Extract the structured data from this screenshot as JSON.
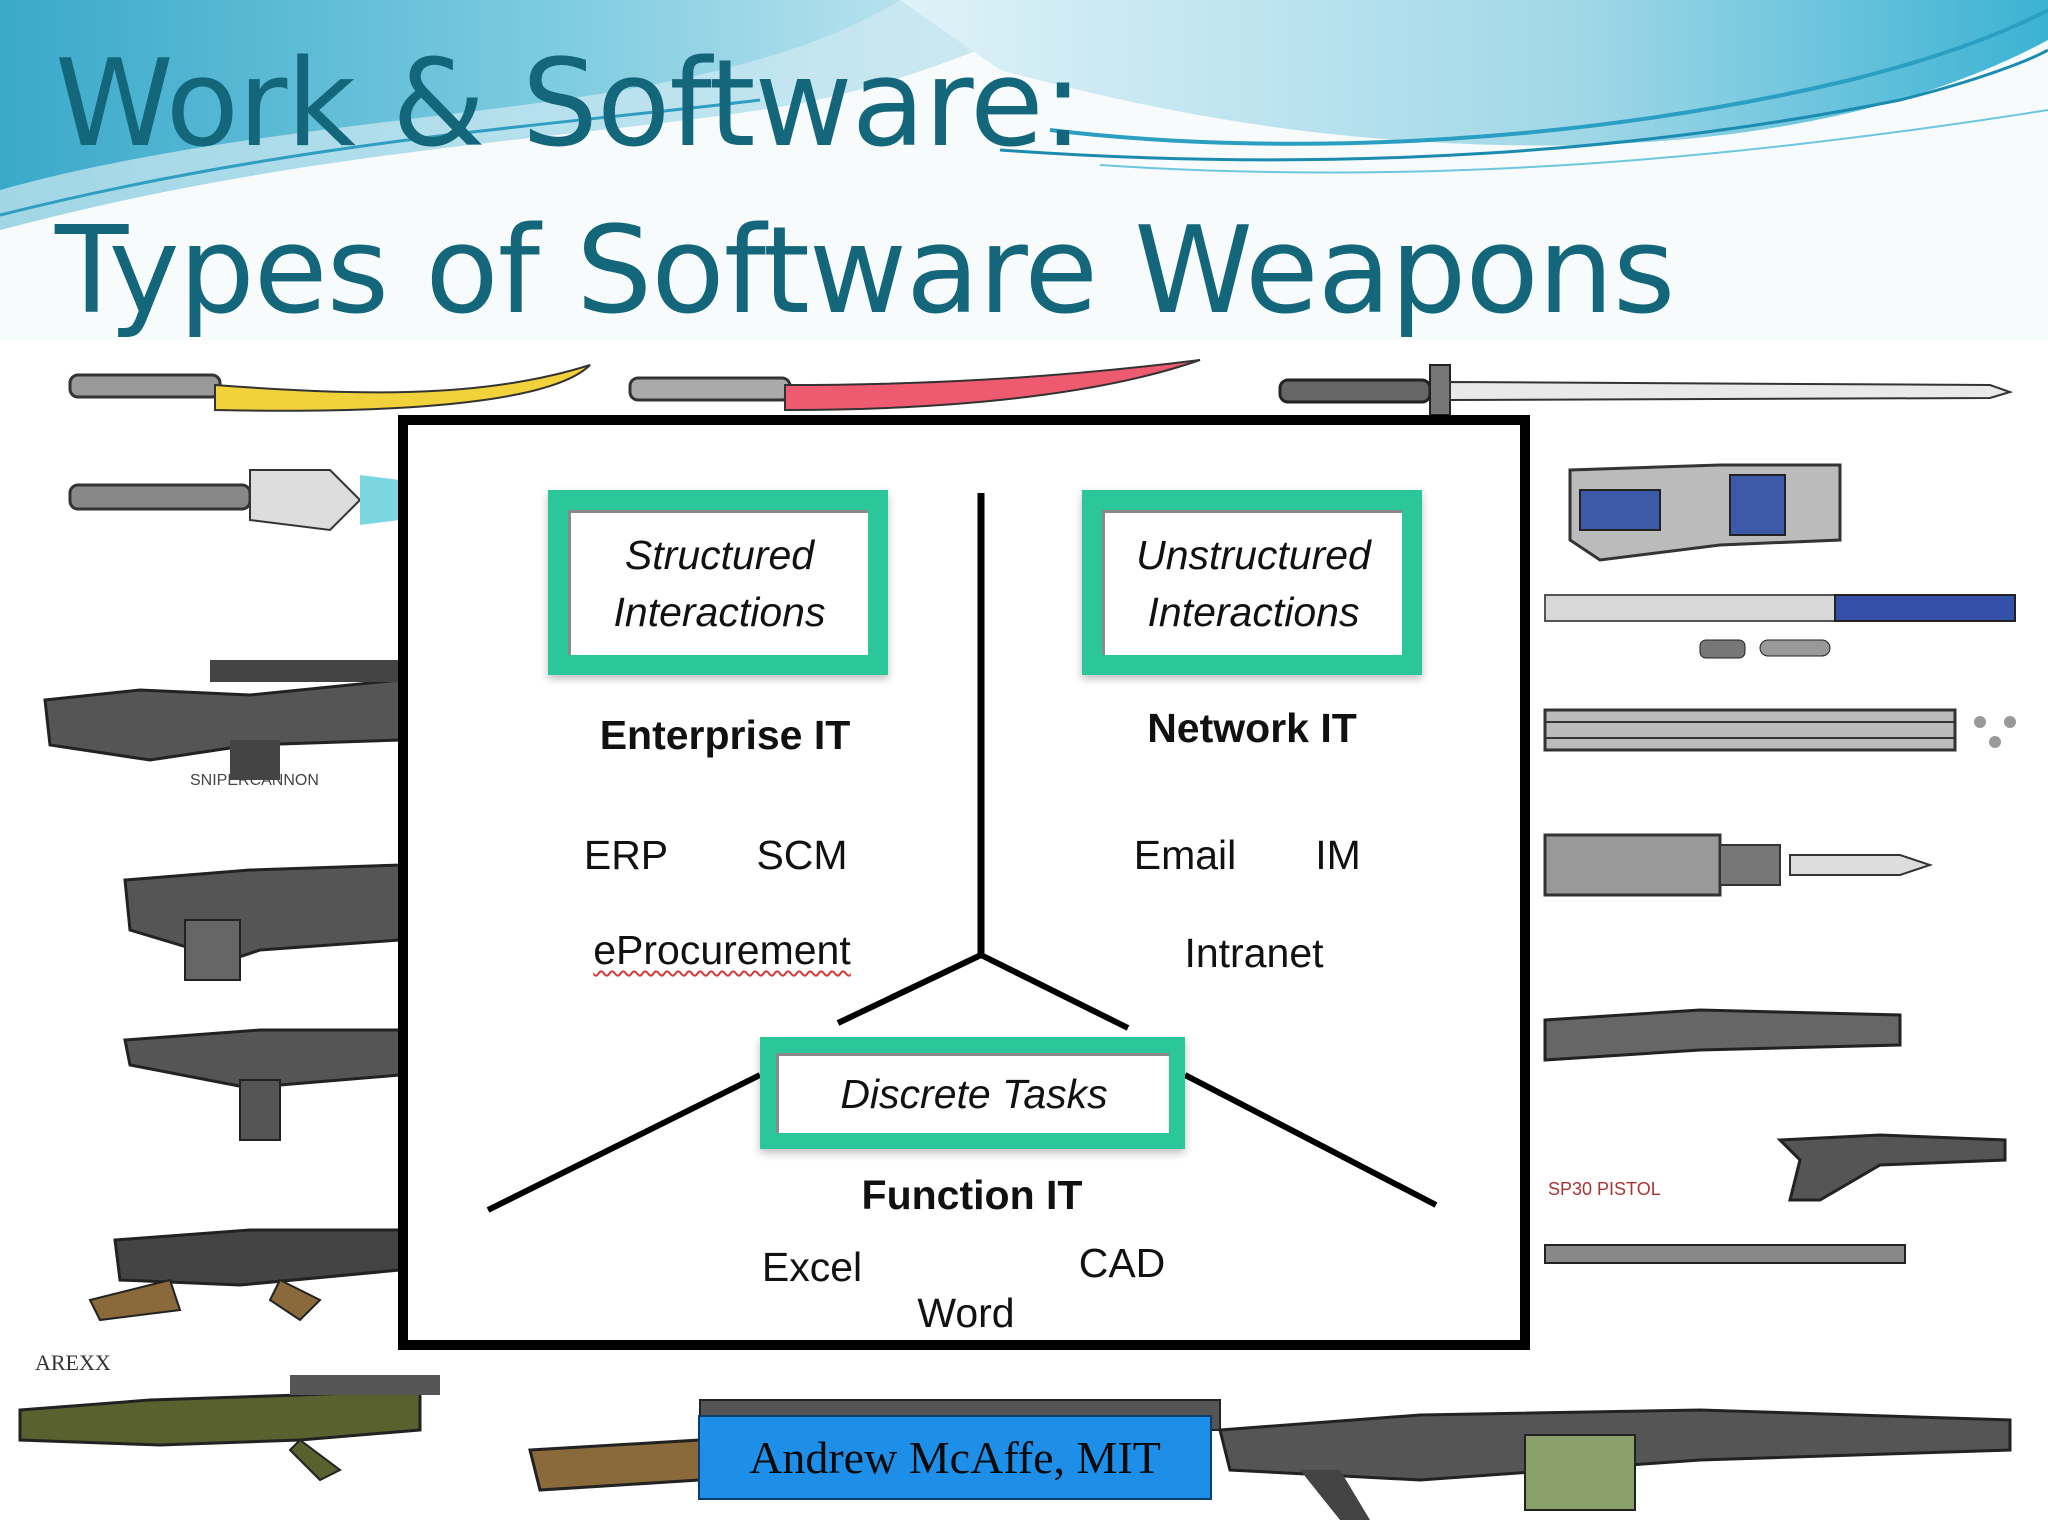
{
  "slide": {
    "title_line_1": "Work & Software:",
    "title_line_2": "Types of Software Weapons",
    "credit": "Andrew McAffe, MIT"
  },
  "background_art_labels": {
    "sniper": "SNIPERCANNON",
    "arexx": "AREXX",
    "pistol": "SP30 PISTOL"
  },
  "diagram": {
    "structured": {
      "box_line_1": "Structured",
      "box_line_2": "Interactions",
      "label": "Enterprise IT",
      "items": [
        "ERP",
        "SCM",
        "eProcurement"
      ]
    },
    "unstructured": {
      "box_line_1": "Unstructured",
      "box_line_2": "Interactions",
      "label": "Network IT",
      "items": [
        "Email",
        "IM",
        "Intranet"
      ]
    },
    "discrete": {
      "box_text": "Discrete Tasks",
      "label": "Function IT",
      "items": [
        "Excel",
        "CAD",
        "Word"
      ]
    }
  },
  "colors": {
    "title": "#14677a",
    "box_border": "#2bc79a",
    "credit_bg": "#1e8fe8"
  }
}
